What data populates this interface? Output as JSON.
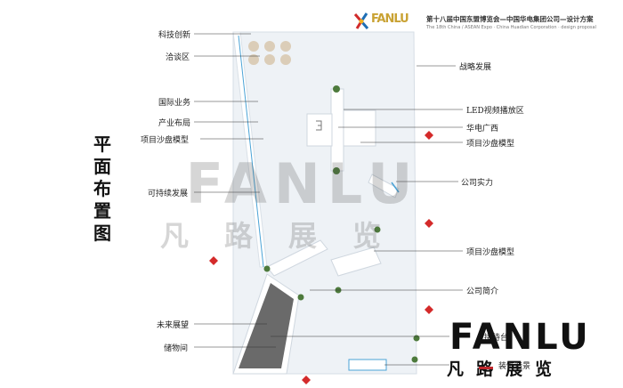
{
  "header": {
    "logo_text": "FANLU",
    "line1": "第十八届中国东盟博览会—中国华电集团公司—设计方案",
    "line2": "The 18th China / ASEAN Expo · China Huadian Corporation · design proposal"
  },
  "title_chars": [
    "平",
    "面",
    "布",
    "置",
    "图"
  ],
  "labels_left": [
    "科技创新",
    "洽谈区",
    "国际业务",
    "产业布局",
    "项目沙盘模型",
    "可持续发展",
    "未来展望",
    "储物间"
  ],
  "labels_right": [
    "战略发展",
    "LED视频播放区",
    "华电广西",
    "项目沙盘模型",
    "公司实力",
    "项目沙盘模型",
    "公司简介",
    "接待台",
    "装饰造景"
  ],
  "watermark": {
    "big": "FANLU",
    "small": "凡路展览"
  },
  "brand": {
    "big": "FANLU",
    "small": "凡路展览"
  },
  "colors": {
    "floor": "#eef2f6",
    "wall": "#ffffff",
    "storage": "#6a6a6a",
    "plant": "#4d7a3c",
    "accent_blue": "#4aa3d6",
    "red_marker": "#d42a2a"
  }
}
